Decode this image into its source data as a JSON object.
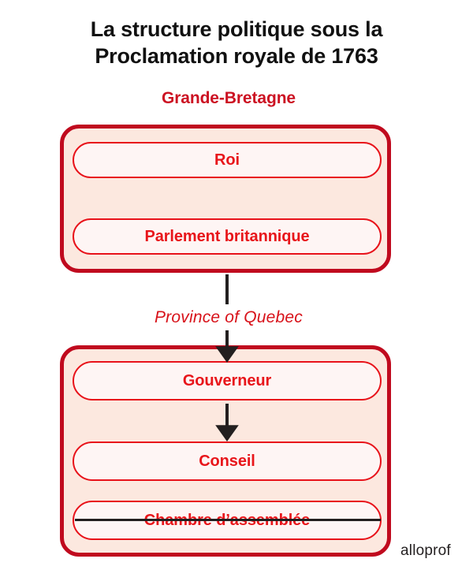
{
  "title": {
    "line1": "La structure politique sous la",
    "line2": "Proclamation royale de 1763"
  },
  "diagram": {
    "type": "hierarchy",
    "groups": [
      {
        "id": "britain",
        "heading": "Grande-Bretagne",
        "nodes": [
          {
            "label": "Roi",
            "struck_through": false
          },
          {
            "label": "Parlement britannique",
            "struck_through": false
          }
        ]
      },
      {
        "id": "quebec",
        "heading": "Province of Quebec",
        "nodes": [
          {
            "label": "Gouverneur",
            "struck_through": false
          },
          {
            "label": "Conseil",
            "struck_through": false
          },
          {
            "label": "Chambre d’assemblée",
            "struck_through": true
          }
        ]
      }
    ],
    "connectors": [
      {
        "from": "Parlement britannique",
        "to": "Gouverneur",
        "label": "Province of Quebec"
      },
      {
        "from": "Gouverneur",
        "to": "Conseil",
        "label": ""
      }
    ]
  },
  "colors": {
    "outer_border": "#C00A1E",
    "outer_fill": "#FCE8DF",
    "pill_border": "#E8121A",
    "pill_fill": "#FEF5F4",
    "pill_text": "#E8151A",
    "heading_text": "#CC1122",
    "title_text": "#111111",
    "arrow": "#231f1f",
    "page_background": "#FFFFFF"
  },
  "footer": {
    "logo_text": "alloprof"
  }
}
